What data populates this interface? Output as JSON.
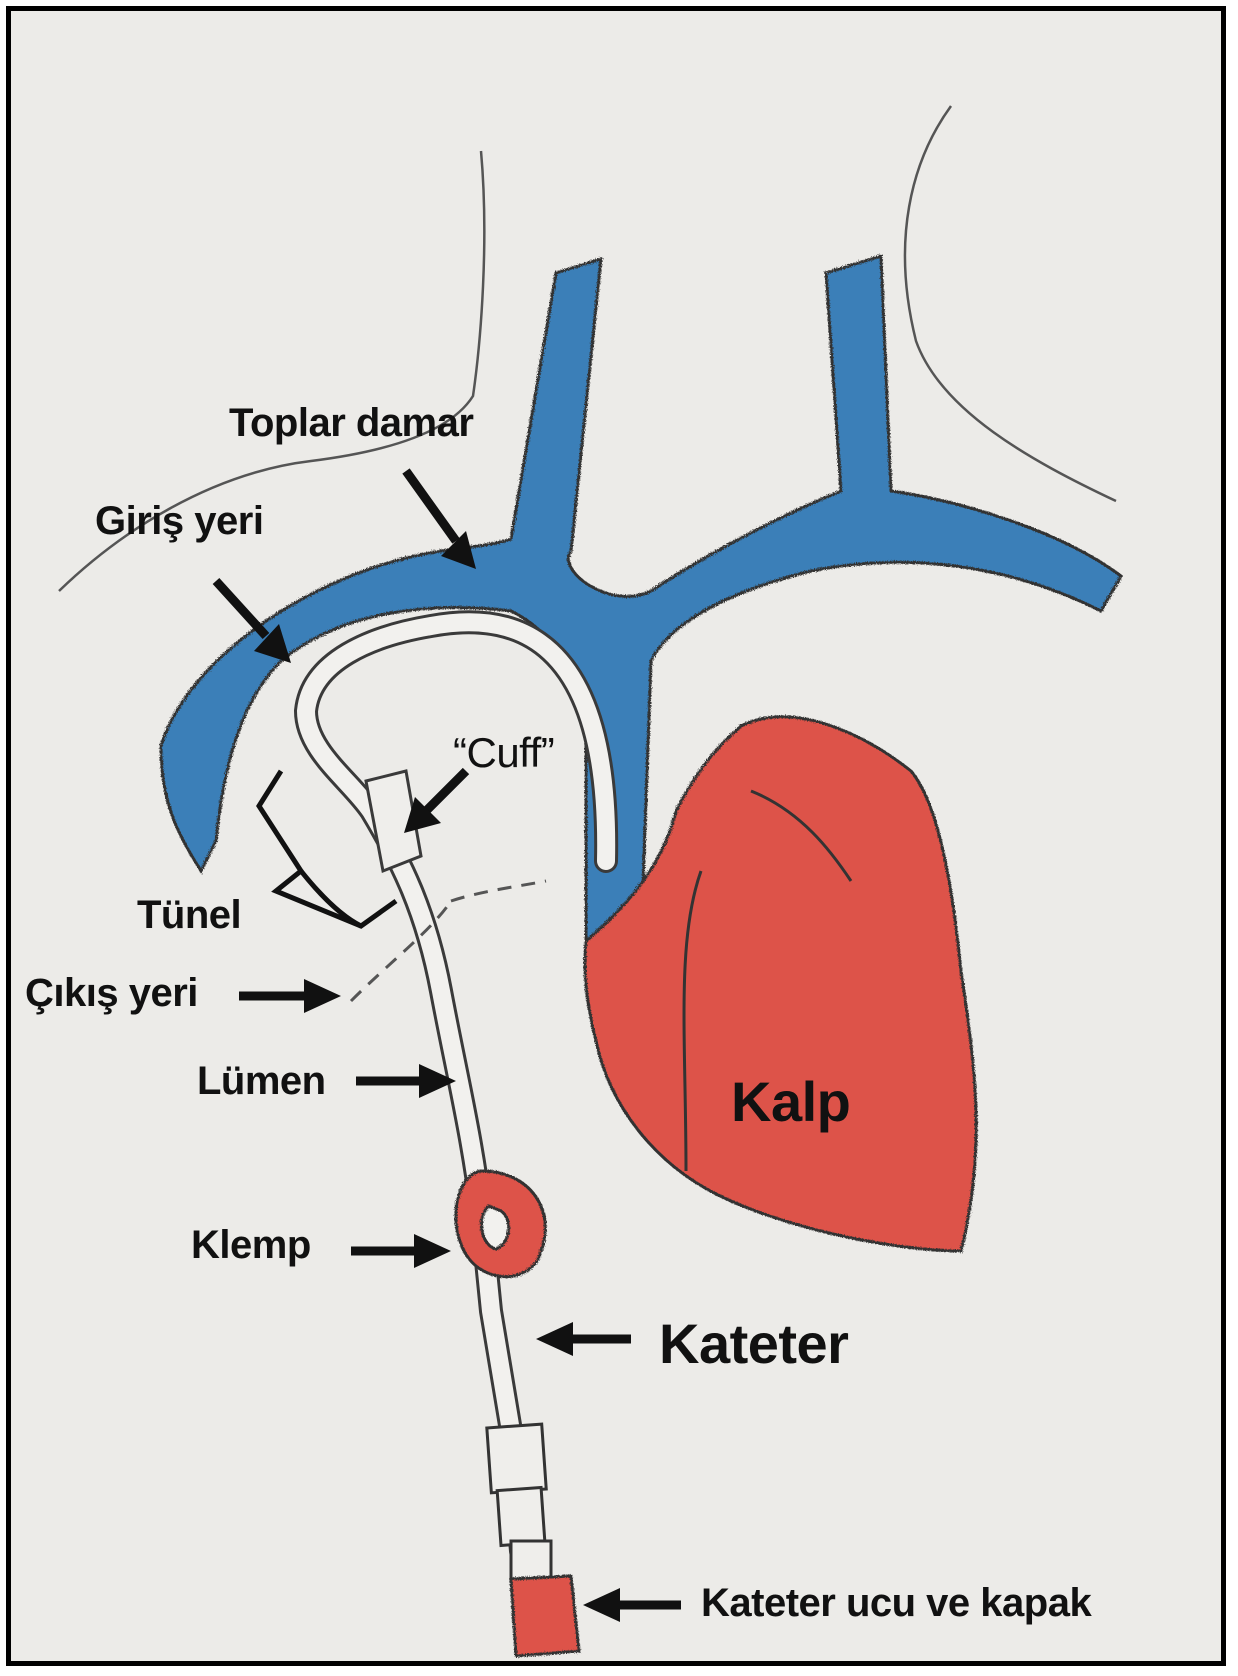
{
  "labels": {
    "toplar_damar": "Toplar damar",
    "giris_yeri": "Giriş yeri",
    "cuff": "“Cuff”",
    "tunel": "Tünel",
    "cikis_yeri": "Çıkış  yeri",
    "lumen": "Lümen",
    "kalp": "Kalp",
    "klemp": "Klemp",
    "kateter": "Kateter",
    "kateter_ucu": "Kateter ucu ve kapak"
  },
  "colors": {
    "vein": "#3a7fb8",
    "heart": "#dd5249",
    "paper": "#ecebe8",
    "outline": "#3a3a3a"
  }
}
